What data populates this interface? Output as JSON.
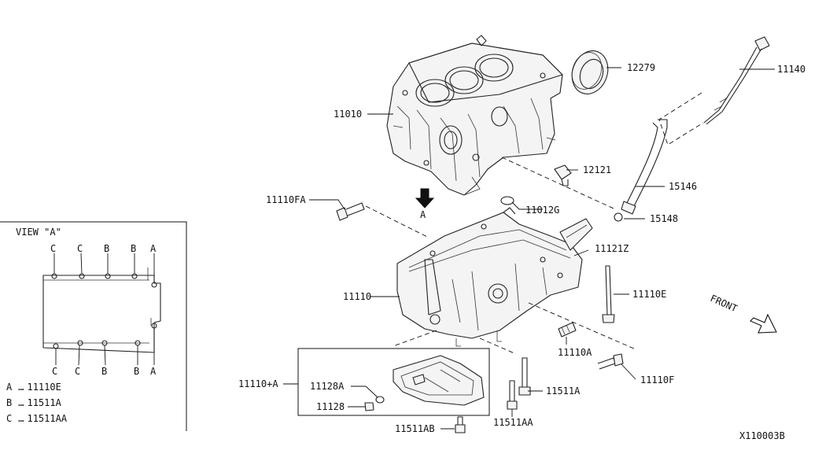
{
  "diagram_id": "X110003B",
  "view": {
    "title": "VIEW \"A\"",
    "top_labels": [
      "C",
      "C",
      "B",
      "B",
      "A"
    ],
    "bottom_labels": [
      "C",
      "C",
      "B",
      "B",
      "A"
    ]
  },
  "legend": [
    {
      "key": "A",
      "sep": "…",
      "part": "11110E"
    },
    {
      "key": "B",
      "sep": "…",
      "part": "11511A"
    },
    {
      "key": "C",
      "sep": "…",
      "part": "11511AA"
    }
  ],
  "front_label": "FRONT",
  "view_arrow_label": "A",
  "callouts": {
    "p12279": "12279",
    "p11140": "11140",
    "p11010": "11010",
    "p12121": "12121",
    "p15146": "15146",
    "p15148": "15148",
    "p11110FA": "11110FA",
    "p11012G": "11012G",
    "p11121Z": "11121Z",
    "p11110": "11110",
    "p11110E": "11110E",
    "p11110A": "11110A",
    "p11110F": "11110F",
    "p11110plusA": "11110+A",
    "p11128A": "11128A",
    "p11128": "11128",
    "p11511A": "11511A",
    "p11511AA": "11511AA",
    "p11511AB": "11511AB"
  }
}
